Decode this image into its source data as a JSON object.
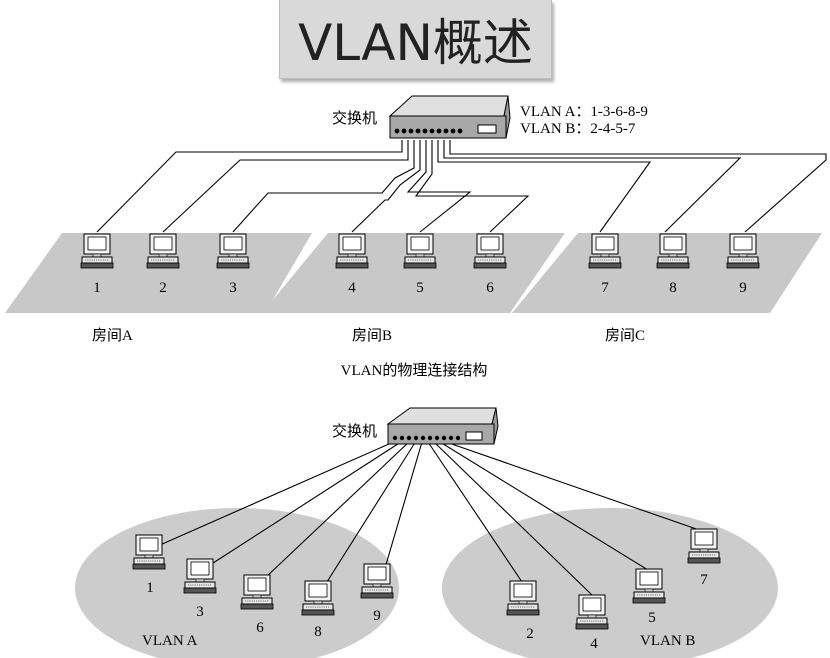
{
  "title": "VLAN概述",
  "diagram1": {
    "switch_label": "交换机",
    "vlan_a_line": "VLAN A：1-3-6-8-9",
    "vlan_b_line": "VLAN B：2-4-5-7",
    "rooms": [
      "房间A",
      "房间B",
      "房间C"
    ],
    "computers": [
      "1",
      "2",
      "3",
      "4",
      "5",
      "6",
      "7",
      "8",
      "9"
    ],
    "caption": "VLAN的物理连接结构"
  },
  "diagram2": {
    "switch_label": "交换机",
    "vlan_a": {
      "label": "VLAN A",
      "members": [
        "1",
        "3",
        "6",
        "8",
        "9"
      ]
    },
    "vlan_b": {
      "label": "VLAN B",
      "members": [
        "2",
        "4",
        "5",
        "7"
      ]
    }
  },
  "colors": {
    "room": "#c8c8c8",
    "ellipse": "#cccccc",
    "switch_top": "#dcdcdc",
    "switch_front": "#a0a0a0"
  }
}
